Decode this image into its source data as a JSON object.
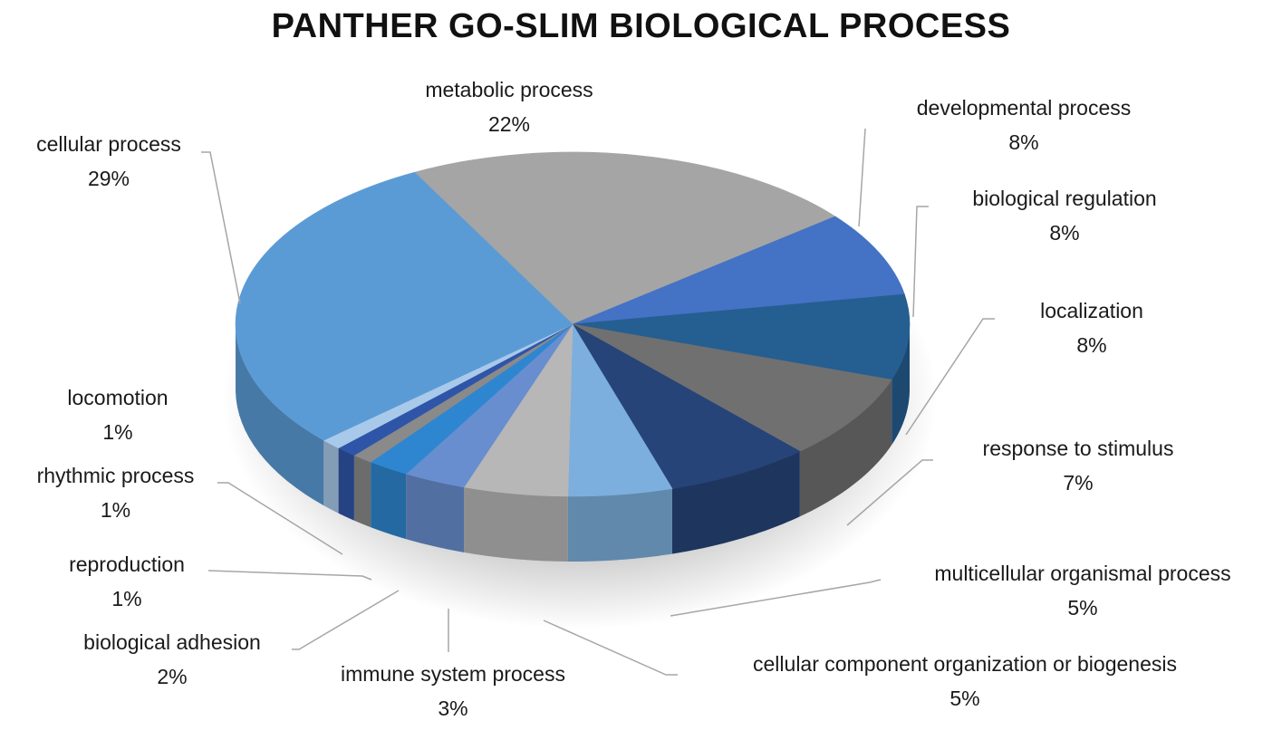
{
  "title": "PANTHER GO-SLIM BIOLOGICAL PROCESS",
  "chart_data": {
    "type": "pie",
    "title": "PANTHER GO-SLIM BIOLOGICAL PROCESS",
    "style": "3d",
    "categories": [
      "metabolic process",
      "developmental process",
      "biological regulation",
      "localization",
      "response to stimulus",
      "multicellular organismal process",
      "cellular component organization or biogenesis",
      "immune system process",
      "biological adhesion",
      "reproduction",
      "rhythmic process",
      "locomotion",
      "cellular process"
    ],
    "values": [
      22,
      8,
      8,
      8,
      7,
      5,
      5,
      3,
      2,
      1,
      1,
      1,
      29
    ],
    "colors": [
      "#a5a5a5",
      "#4472c4",
      "#255e91",
      "#707070",
      "#264478",
      "#7cafdd",
      "#b7b7b7",
      "#698ed0",
      "#2e86d0",
      "#8a8a8a",
      "#2f55a8",
      "#a9c9ea",
      "#5b9bd5"
    ],
    "legend": "none (data labels with leader lines)"
  },
  "labels": [
    {
      "name": "metabolic process",
      "pct": "22%"
    },
    {
      "name": "developmental process",
      "pct": "8%"
    },
    {
      "name": "biological  regulation",
      "pct": "8%"
    },
    {
      "name": "localization",
      "pct": "8%"
    },
    {
      "name": "response to stimulus",
      "pct": "7%"
    },
    {
      "name": "multicellular  organismal process",
      "pct": "5%"
    },
    {
      "name": "cellular  component organization  or biogenesis",
      "pct": "5%"
    },
    {
      "name": "immune system process",
      "pct": "3%"
    },
    {
      "name": "biological  adhesion",
      "pct": "2%"
    },
    {
      "name": "reproduction",
      "pct": "1%"
    },
    {
      "name": "rhythmic process",
      "pct": "1%"
    },
    {
      "name": "locomotion",
      "pct": "1%"
    },
    {
      "name": "cellular  process",
      "pct": "29%"
    }
  ]
}
